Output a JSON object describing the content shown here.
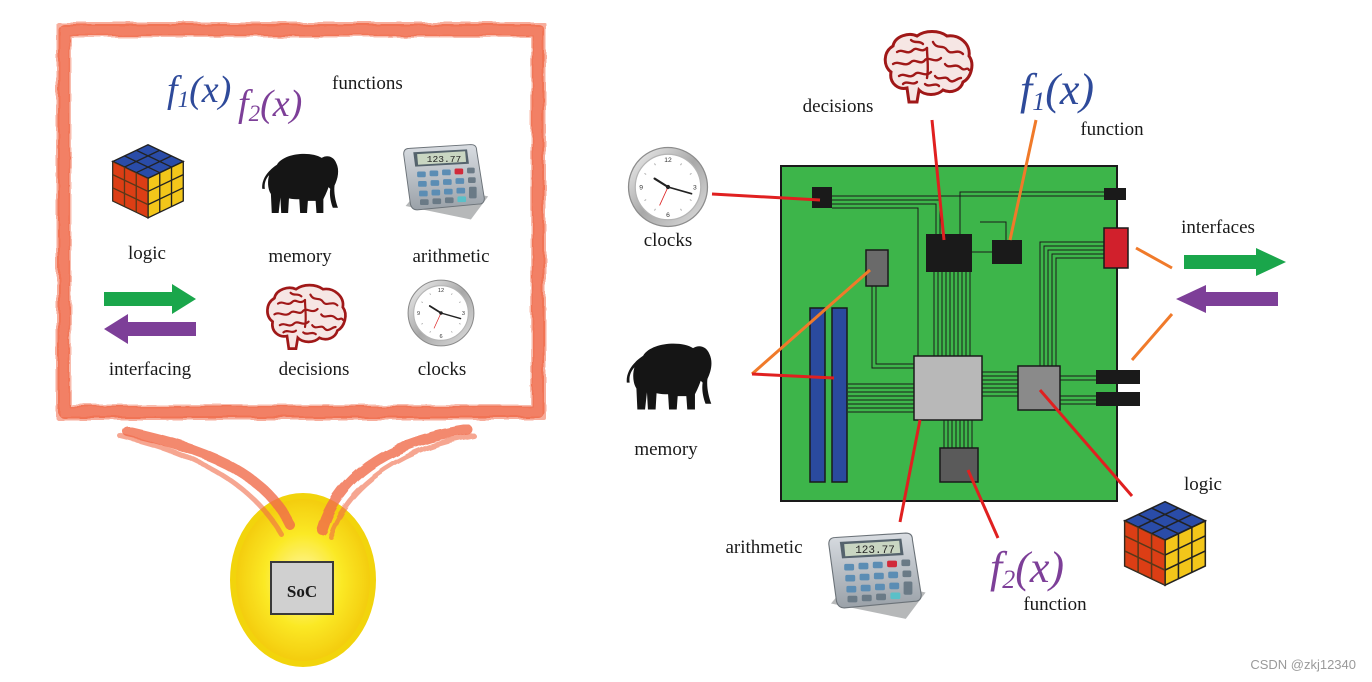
{
  "left_panel": {
    "f1": {
      "f": "f",
      "sub": "1",
      "arg": "(x)"
    },
    "f2": {
      "f": "f",
      "sub": "2",
      "arg": "(x)"
    },
    "functions_label": "functions",
    "items": [
      {
        "label": "logic",
        "icon": "rubiks-cube-icon"
      },
      {
        "label": "memory",
        "icon": "elephant-icon"
      },
      {
        "label": "arithmetic",
        "icon": "calculator-icon"
      },
      {
        "label": "interfacing",
        "icon": "double-arrow-icon"
      },
      {
        "label": "decisions",
        "icon": "brain-icon"
      },
      {
        "label": "clocks",
        "icon": "clock-icon"
      }
    ]
  },
  "soc_label": "SoC",
  "right_panel": {
    "labels": {
      "decisions": "decisions",
      "function_top": "function",
      "clocks": "clocks",
      "interfaces": "interfaces",
      "memory": "memory",
      "logic": "logic",
      "arithmetic": "arithmetic",
      "function_bottom": "function"
    },
    "f1": {
      "f": "f",
      "sub": "1",
      "arg": "(x)"
    },
    "f2": {
      "f": "f",
      "sub": "2",
      "arg": "(x)"
    }
  },
  "calculator_display": "123.77",
  "watermark": "CSDN @zkj12340",
  "colors": {
    "frame": "#f06a4a",
    "board": "#3db54a",
    "f1": "#2e4a9a",
    "f2": "#7d3f98",
    "arrow_green": "#1aa64b",
    "arrow_purple": "#7d3f98",
    "connector_red": "#e02020",
    "connector_orange": "#f07a2a",
    "memory_slot": "#2a4a9e",
    "glow": "#f7e600"
  }
}
